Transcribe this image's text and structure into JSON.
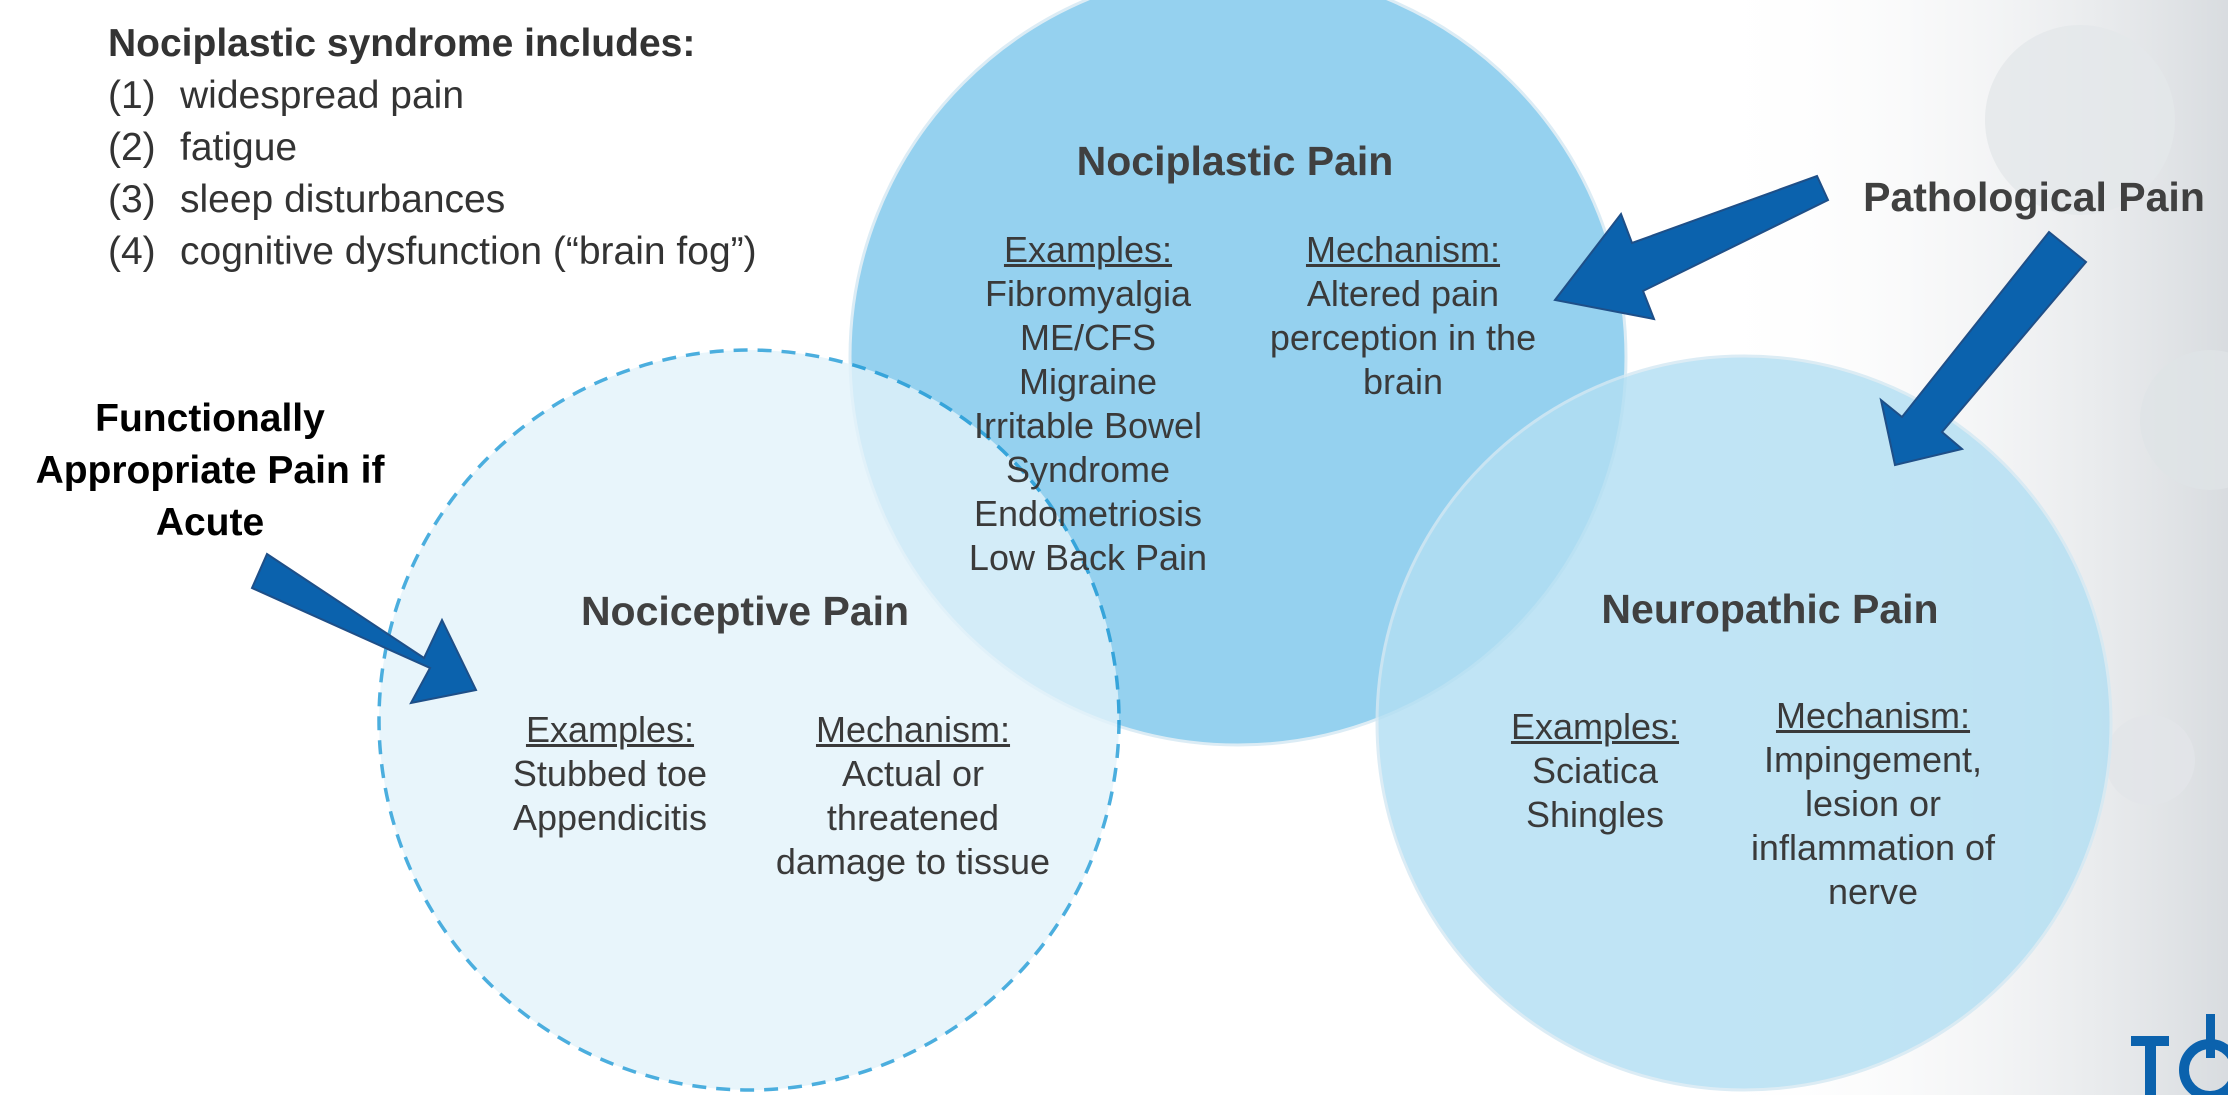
{
  "syndrome": {
    "heading": "Nociplastic syndrome includes:",
    "items": [
      {
        "num": "(1)",
        "text": "widespread pain"
      },
      {
        "num": "(2)",
        "text": "fatigue"
      },
      {
        "num": "(3)",
        "text": "sleep disturbances"
      },
      {
        "num": "(4)",
        "text": "cognitive dysfunction (“brain fog”)"
      }
    ]
  },
  "nociplastic": {
    "title": "Nociplastic Pain",
    "examples_label": "Examples:",
    "examples": [
      "Fibromyalgia",
      "ME/CFS",
      "Migraine",
      "Irritable Bowel",
      "Syndrome",
      "Endometriosis",
      "Low Back Pain"
    ],
    "mechanism_label": "Mechanism:",
    "mechanism": [
      "Altered pain",
      "perception in the",
      "brain"
    ]
  },
  "nociceptive": {
    "title": "Nociceptive Pain",
    "examples_label": "Examples:",
    "examples": [
      "Stubbed toe",
      "Appendicitis"
    ],
    "mechanism_label": "Mechanism:",
    "mechanism": [
      "Actual or",
      "threatened",
      "damage to tissue"
    ]
  },
  "neuropathic": {
    "title": "Neuropathic Pain",
    "examples_label": "Examples:",
    "examples": [
      "Sciatica",
      "Shingles"
    ],
    "mechanism_label": "Mechanism:",
    "mechanism": [
      "Impingement,",
      "lesion or",
      "inflammation of",
      "nerve"
    ]
  },
  "labels": {
    "pathological": "Pathological Pain",
    "functional": [
      "Functionally",
      "Appropriate Pain if",
      "Acute"
    ]
  },
  "colors": {
    "nociplastic_fill": "#7ec8ec",
    "neuropathic_fill": "#b3dff3",
    "nociceptive_fill": "#e3f3fb",
    "dashed_stroke": "#1f9ad6",
    "arrow": "#0b62ad",
    "logo": "#0b62ad"
  },
  "icons": [
    "arrow-icon",
    "logo-icon"
  ]
}
